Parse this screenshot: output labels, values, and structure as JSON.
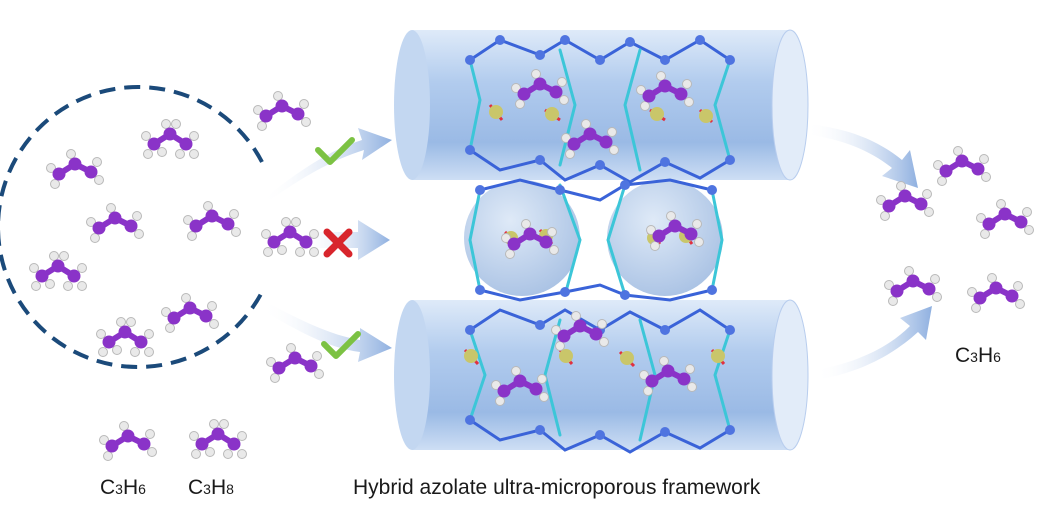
{
  "caption": "Hybrid azolate ultra-microporous framework",
  "labels": {
    "left_propylene": {
      "main": "C",
      "n1": "3",
      "h": "H",
      "n2": "6"
    },
    "left_propane": {
      "main": "C",
      "n1": "3",
      "h": "H",
      "n2": "8"
    },
    "right_propylene": {
      "main": "C",
      "n1": "3",
      "h": "H",
      "n2": "6"
    }
  },
  "colors": {
    "propylene_carbon": "#8a33c8",
    "hydrogen": "#e9e9e9",
    "channel": "#a9c6ec",
    "framework_blue": "#3a63d8",
    "framework_cyan": "#3cc6d8",
    "oxygen": "#e03040",
    "sulfur": "#c9c66a",
    "dashed_circle": "#1b4a7a",
    "accept_mark": "#7cc243",
    "reject_mark": "#d8252c",
    "arrow": "#9fbbe4"
  },
  "icons": {
    "accept": "check-mark-icon",
    "reject": "cross-mark-icon"
  }
}
